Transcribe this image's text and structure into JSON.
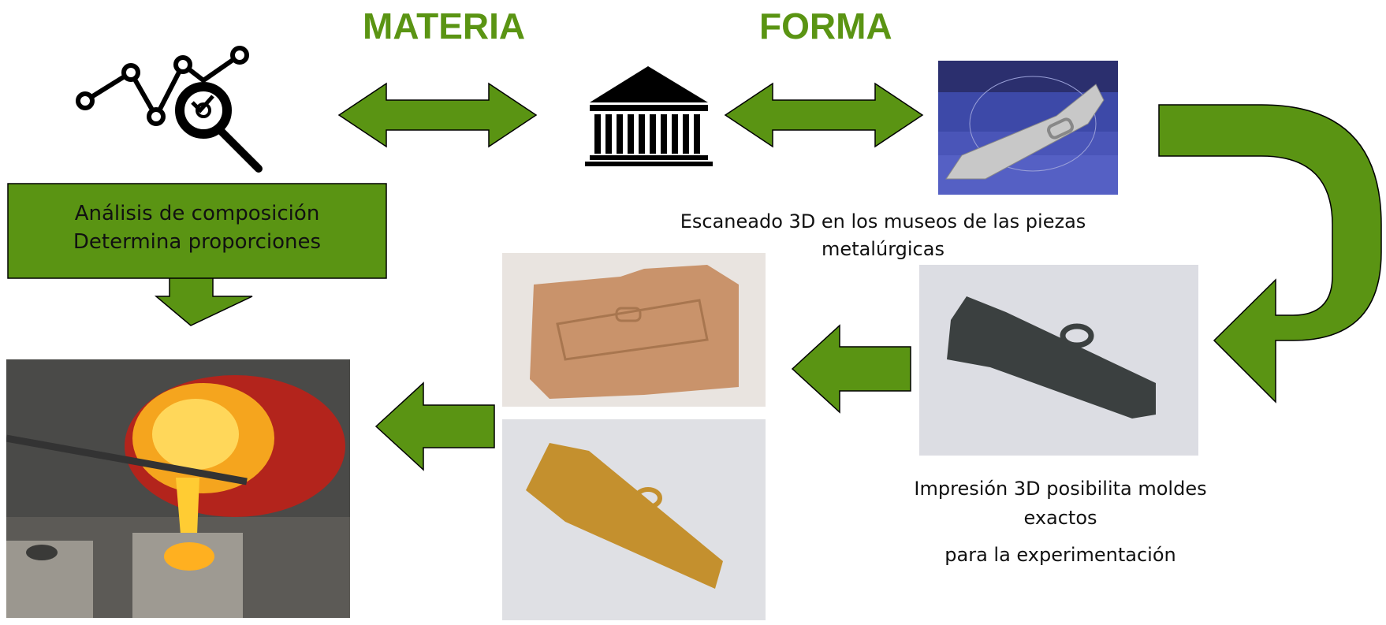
{
  "headings": {
    "materia": "MATERIA",
    "forma": "FORMA"
  },
  "box": {
    "line1": "Análisis de composición",
    "line2": "Determina proporciones"
  },
  "captions": {
    "scan_line1": "Escaneado 3D en los museos de las piezas",
    "scan_line2": "metalúrgicas",
    "print_line1": "Impresión 3D posibilita moldes",
    "print_line2": "exactos",
    "print_line3": "para la experimentación"
  },
  "colors": {
    "arrow_green": "#5a9413",
    "heading_green": "#5a9413",
    "outline": "#000000"
  },
  "icons": {
    "analysis": "analysis-chart-magnifier-icon",
    "museum": "museum-building-icon"
  }
}
